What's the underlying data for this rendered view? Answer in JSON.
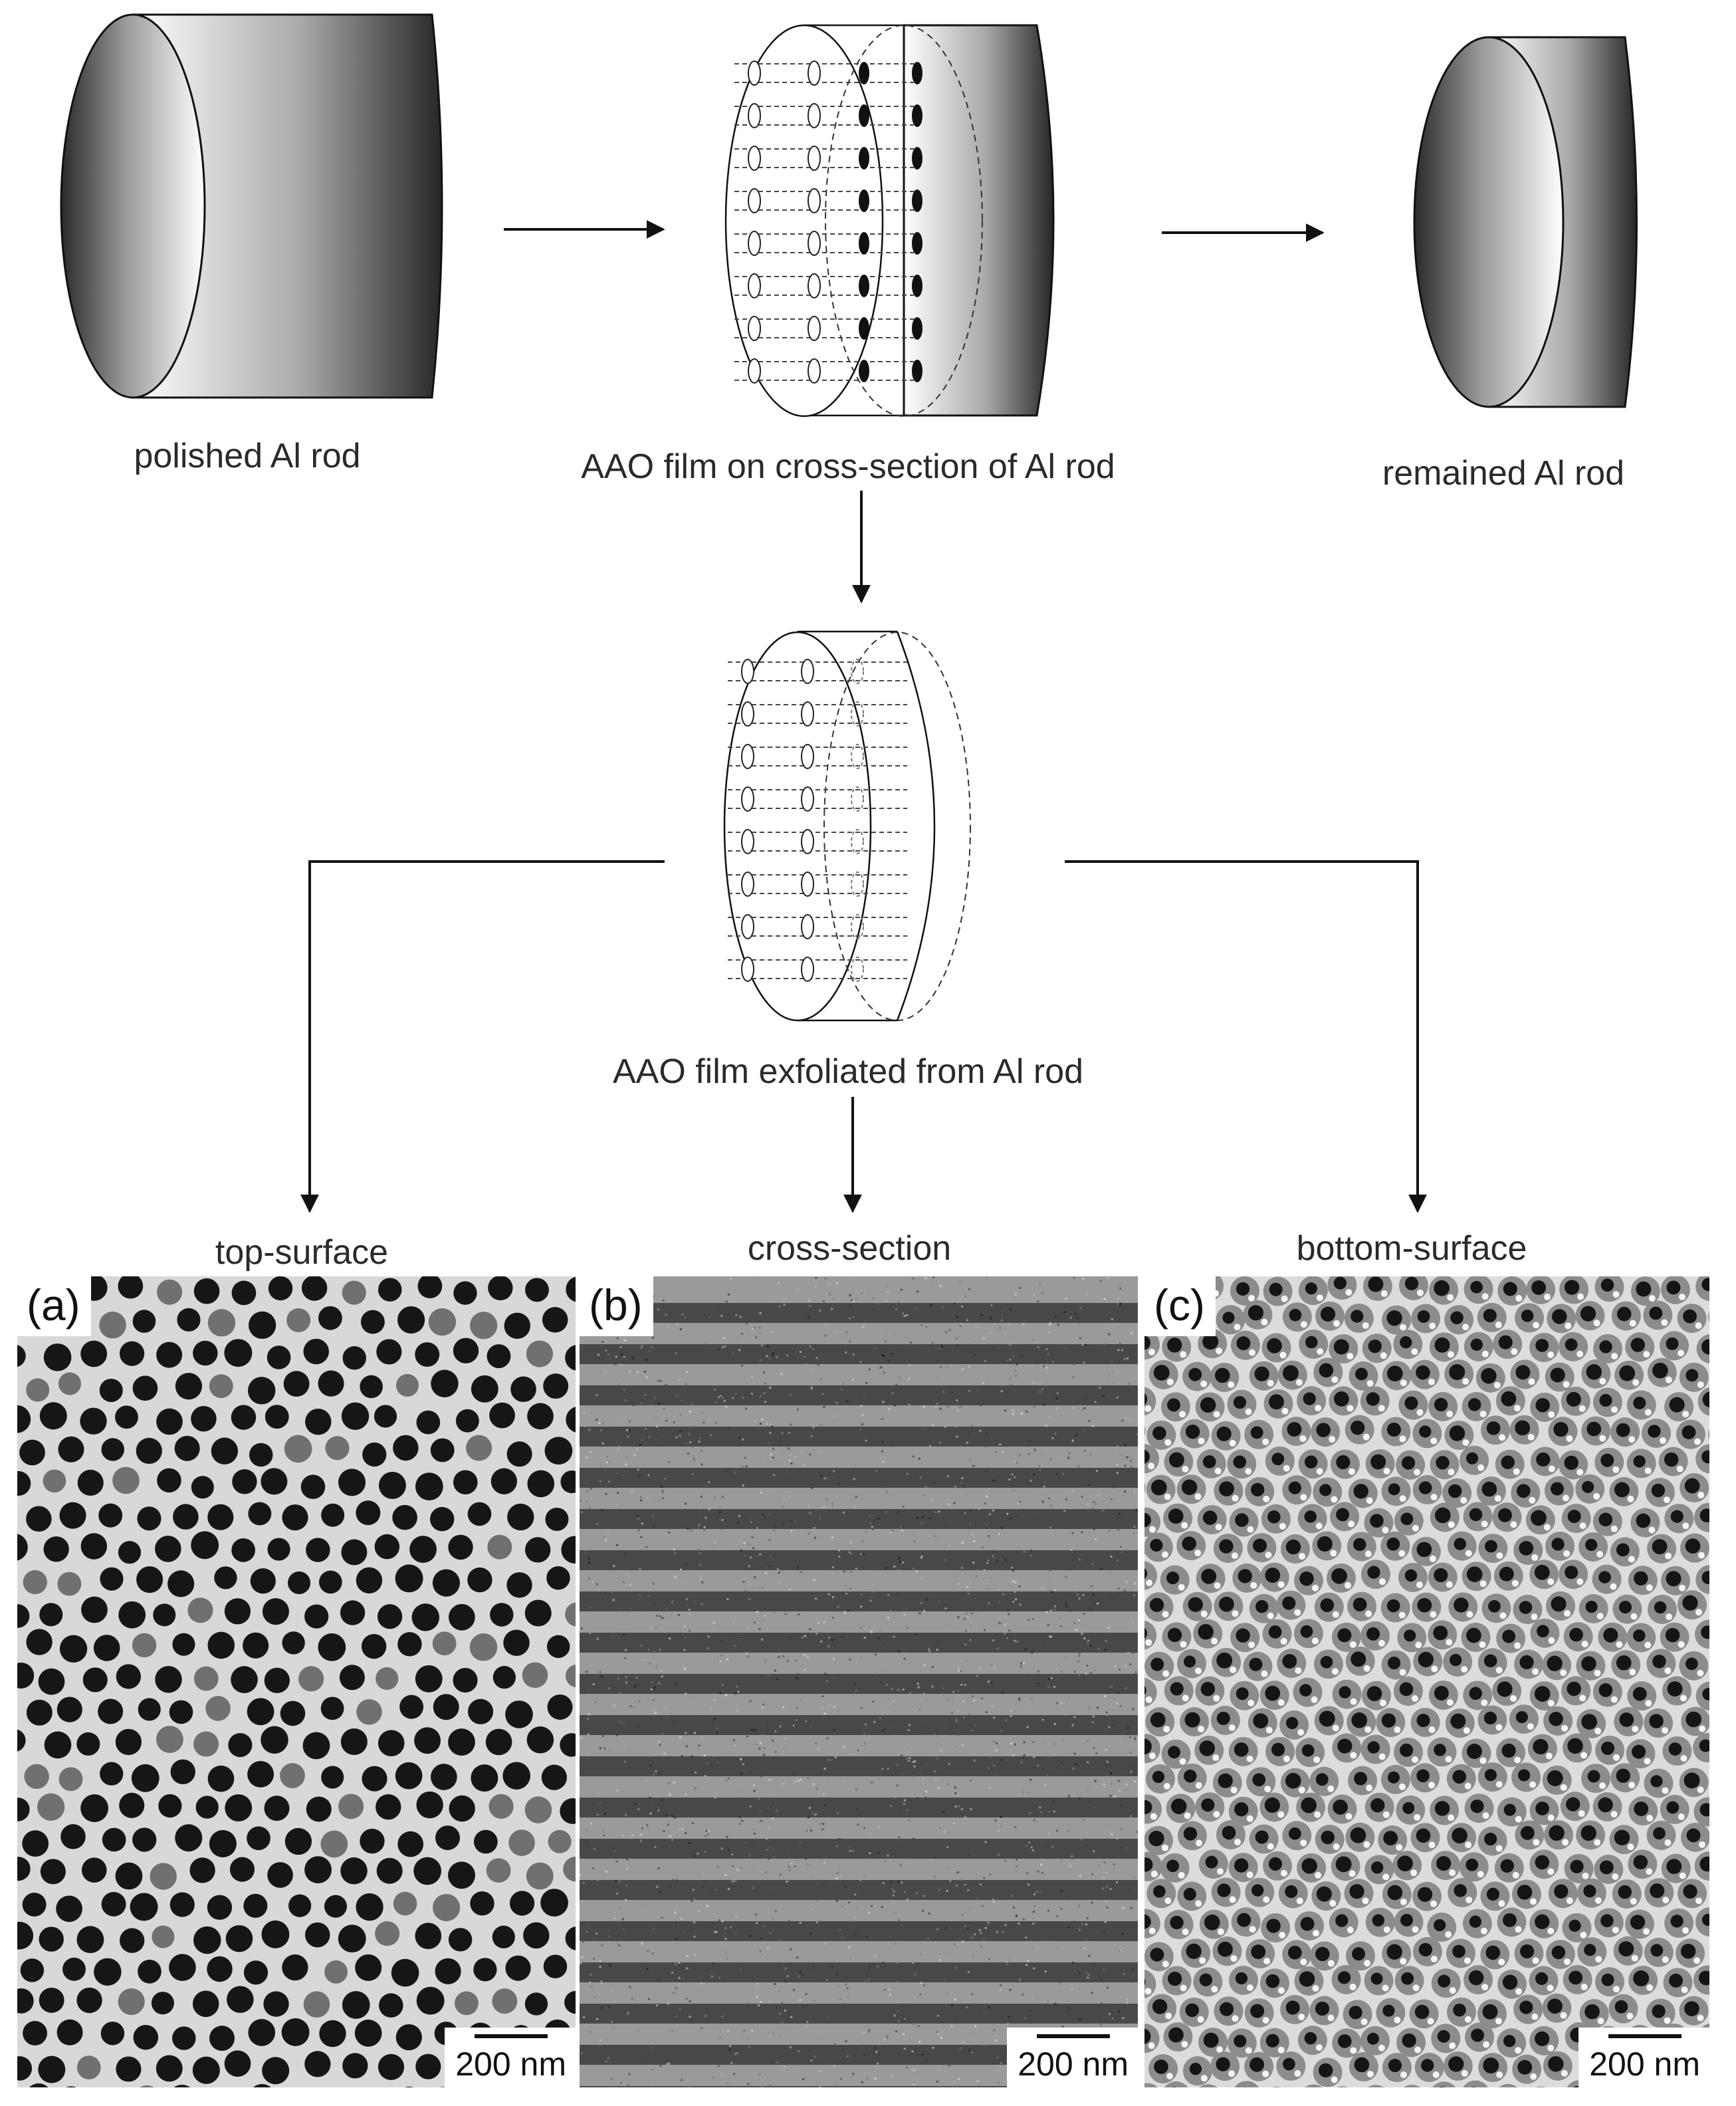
{
  "steps": {
    "polished": "polished Al rod",
    "aao_on": "AAO film on cross-section of Al rod",
    "remained": "remained Al rod",
    "exfoliated": "AAO film exfoliated from Al rod"
  },
  "views": {
    "top": "top-surface",
    "cross": "cross-section",
    "bottom": "bottom-surface"
  },
  "panels": [
    {
      "id": "a",
      "label": "(a)",
      "scale": "200 nm"
    },
    {
      "id": "b",
      "label": "(b)",
      "scale": "200 nm"
    },
    {
      "id": "c",
      "label": "(c)",
      "scale": "200 nm"
    }
  ]
}
